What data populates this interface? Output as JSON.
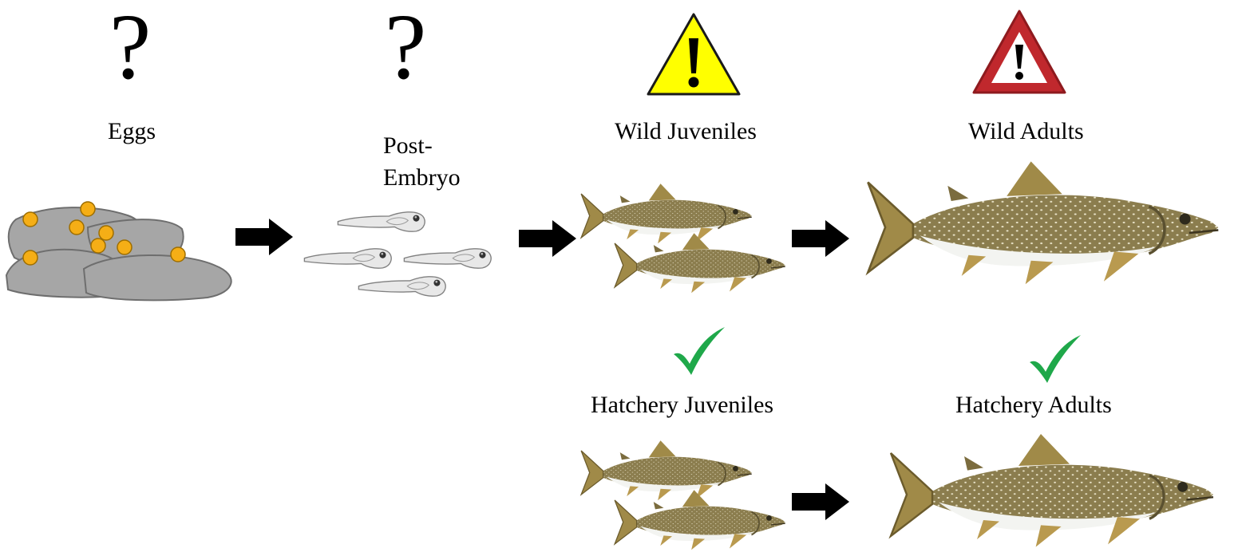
{
  "stages": {
    "eggs": {
      "label": "Eggs",
      "status_icon": "question-mark-icon",
      "status_text": "?"
    },
    "post_embryo": {
      "label_line1": "Post-",
      "label_line2": "Embryo",
      "status_icon": "question-mark-icon",
      "status_text": "?"
    },
    "wild_juveniles": {
      "label": "Wild Juveniles",
      "status_icon": "yellow-warning-icon"
    },
    "wild_adults": {
      "label": "Wild Adults",
      "status_icon": "red-warning-icon"
    },
    "hatchery_juveniles": {
      "label": "Hatchery Juveniles",
      "status_icon": "green-check-icon"
    },
    "hatchery_adults": {
      "label": "Hatchery Adults",
      "status_icon": "green-check-icon"
    }
  },
  "colors": {
    "egg": "#F5AE16",
    "rock": "#A6A6A6",
    "warning_yellow": "#FFFF00",
    "warning_red": "#C0282D",
    "check_green": "#1FA84A",
    "arrow": "#000000"
  }
}
